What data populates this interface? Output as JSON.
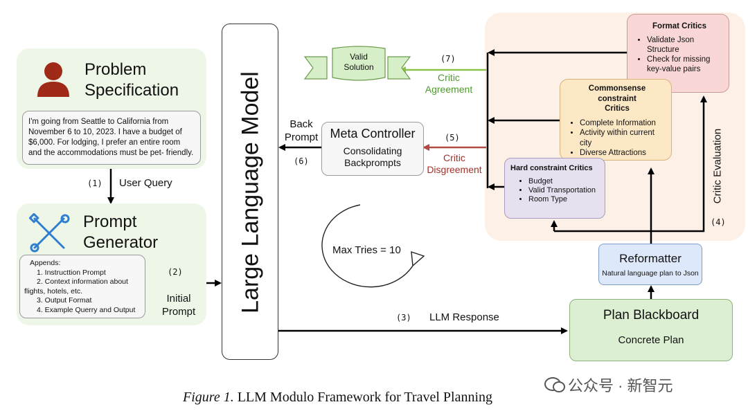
{
  "problem": {
    "title_line1": "Problem",
    "title_line2": "Specification",
    "text": "I'm going from Seattle to California from November 6 to 10, 2023. I have a budget of $6,000. For lodging, I prefer an entire room and the accommodations must be pet-   friendly."
  },
  "user_query": {
    "num": "(1)",
    "label": "User Query"
  },
  "prompt_generator": {
    "title_line1": "Prompt",
    "title_line2": "Generator",
    "appends_heading": "Appends:",
    "items": [
      "1. Instructtion Prompt",
      "2. Context information about",
      "flights, hotels, etc.",
      "3. Output Format",
      "4. Example Querry and Output"
    ]
  },
  "initial_prompt": {
    "num": "(2)",
    "line1": "Initial",
    "line2": "Prompt"
  },
  "llm": {
    "label": "Large Language Model"
  },
  "valid_solution": {
    "line1": "Valid",
    "line2": "Solution"
  },
  "critic_agreement": {
    "num": "(7)",
    "line1": "Critic",
    "line2": "Agreement"
  },
  "back_prompt": {
    "line1": "Back",
    "line2": "Prompt",
    "num": "(6)"
  },
  "meta_controller": {
    "title": "Meta Controller",
    "line1": "Consolidating",
    "line2": "Backprompts"
  },
  "critic_disagreement": {
    "num": "(5)",
    "line1": "Critic",
    "line2": "Disgreement"
  },
  "format_critics": {
    "title": "Format Critics",
    "items": [
      "Validate Json Structure",
      "Check for missing key-value pairs"
    ]
  },
  "commonsense_critics": {
    "title_line1": "Commonsense constraint",
    "title_line2": "Critics",
    "items": [
      "Complete Information",
      "Activity within current city",
      "Diverse Attractions"
    ]
  },
  "hard_critics": {
    "title": "Hard constraint Critics",
    "items": [
      "Budget",
      "Valid Transportation",
      "Room Type"
    ]
  },
  "critic_evaluation": {
    "label": "Critic Evaluation",
    "num": "(4)"
  },
  "max_tries": {
    "label": "Max Tries = 10"
  },
  "llm_response": {
    "num": "(3)",
    "label": "LLM Response"
  },
  "reformatter": {
    "title": "Reformatter",
    "subtitle": "Natural language plan to Json"
  },
  "plan_blackboard": {
    "title": "Plan Blackboard",
    "subtitle": "Concrete Plan"
  },
  "caption": {
    "italic": "Figure 1.",
    "text": " LLM Modulo Framework for Travel Planning"
  },
  "watermark": {
    "text": "公众号 · 新智元"
  },
  "colors": {
    "green_arrow": "#8bc34a",
    "red_arrow": "#b04a44",
    "green_text": "#4c9a2a",
    "red_text": "#a3322b",
    "person": "#a02a18",
    "tools": "#2f7fd0"
  }
}
